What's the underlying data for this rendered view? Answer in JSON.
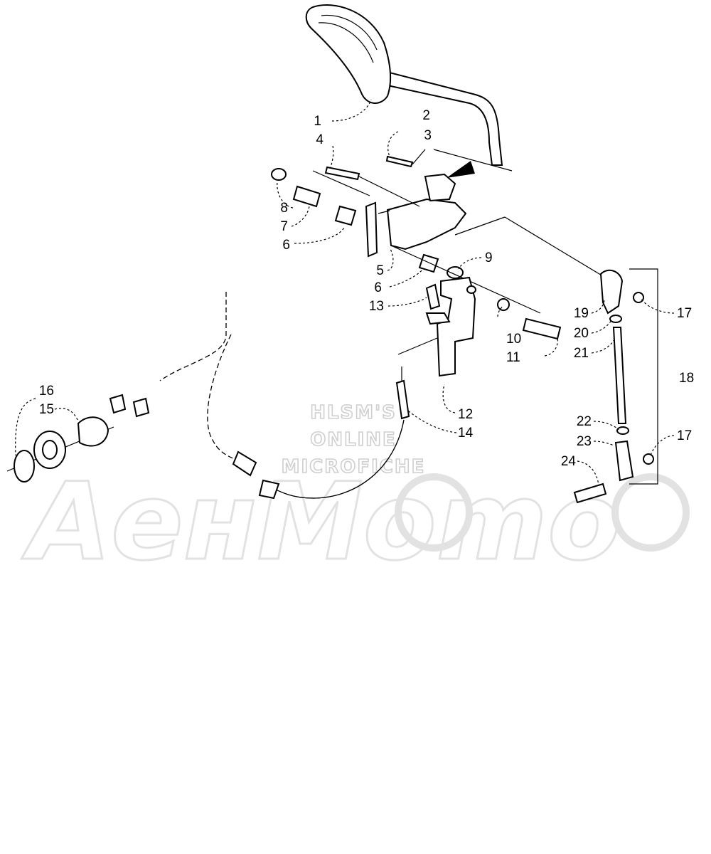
{
  "watermark": {
    "lines": [
      "HLSM'S",
      "ONLINE",
      "MICROFICHE"
    ],
    "brand": "AeнMomo"
  },
  "callouts": [
    {
      "id": "c1",
      "text": "1"
    },
    {
      "id": "c2",
      "text": "2"
    },
    {
      "id": "c3",
      "text": "3"
    },
    {
      "id": "c4",
      "text": "4"
    },
    {
      "id": "c5",
      "text": "5"
    },
    {
      "id": "c6a",
      "text": "6"
    },
    {
      "id": "c6b",
      "text": "6"
    },
    {
      "id": "c7",
      "text": "7"
    },
    {
      "id": "c8",
      "text": "8"
    },
    {
      "id": "c9",
      "text": "9"
    },
    {
      "id": "c10",
      "text": "10"
    },
    {
      "id": "c11",
      "text": "11"
    },
    {
      "id": "c12",
      "text": "12"
    },
    {
      "id": "c13",
      "text": "13"
    },
    {
      "id": "c14",
      "text": "14"
    },
    {
      "id": "c15",
      "text": "15"
    },
    {
      "id": "c16",
      "text": "16"
    },
    {
      "id": "c17a",
      "text": "17"
    },
    {
      "id": "c17b",
      "text": "17"
    },
    {
      "id": "c18",
      "text": "18"
    },
    {
      "id": "c19",
      "text": "19"
    },
    {
      "id": "c20",
      "text": "20"
    },
    {
      "id": "c21",
      "text": "21"
    },
    {
      "id": "c22",
      "text": "22"
    },
    {
      "id": "c23",
      "text": "23"
    },
    {
      "id": "c24",
      "text": "24"
    }
  ]
}
